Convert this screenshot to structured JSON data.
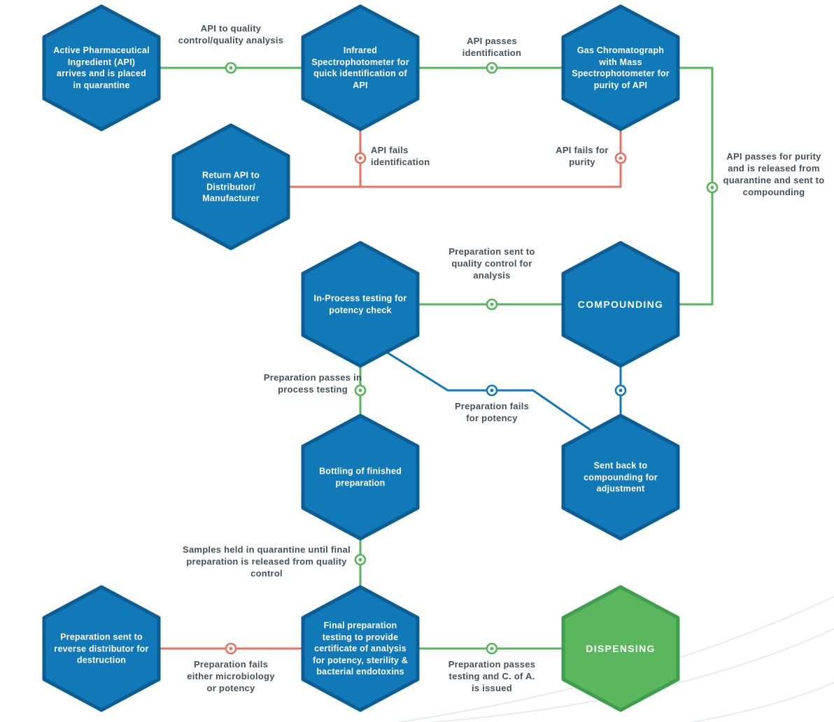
{
  "title": "Pharmaceutical API compounding and quality-control flowchart",
  "colors": {
    "node_blue_fill": "#1179b7",
    "node_blue_stroke": "#0b5e95",
    "node_green_fill": "#5bb75e",
    "node_green_stroke": "#3f9f4c",
    "line_green": "#56b65c",
    "line_red": "#e97260",
    "line_blue": "#1179b7",
    "label_text": "#44525c",
    "node_text": "#ffffff",
    "swoosh": "#e7ebee"
  },
  "nodes": [
    {
      "id": "api-quarantine",
      "label": "Active Pharmaceutical Ingredient (API) arrives and is placed in quarantine",
      "shape": "hexagon",
      "color": "blue"
    },
    {
      "id": "infrared-spectrophotometer",
      "label": "Infrared Spectrophotometer for quick identification of API",
      "shape": "hexagon",
      "color": "blue"
    },
    {
      "id": "gas-chromatograph",
      "label": "Gas Chromatograph with Mass Spectrophotometer for purity of API",
      "shape": "hexagon",
      "color": "blue"
    },
    {
      "id": "return-api",
      "label": "Return API to Distributor/ Manufacturer",
      "shape": "hexagon",
      "color": "blue"
    },
    {
      "id": "in-process-testing",
      "label": "In-Process testing for potency check",
      "shape": "hexagon",
      "color": "blue"
    },
    {
      "id": "compounding",
      "label": "COMPOUNDING",
      "shape": "hexagon",
      "color": "blue"
    },
    {
      "id": "bottling",
      "label": "Bottling of finished preparation",
      "shape": "hexagon",
      "color": "blue"
    },
    {
      "id": "sent-back-to-compounding",
      "label": "Sent back to compounding for adjustment",
      "shape": "hexagon",
      "color": "blue"
    },
    {
      "id": "reverse-distributor",
      "label": "Preparation sent to reverse distributor for destruction",
      "shape": "hexagon",
      "color": "blue"
    },
    {
      "id": "final-testing",
      "label": "Final preparation testing to provide certificate of analysis for potency, sterility & bacterial endotoxins",
      "shape": "hexagon",
      "color": "blue"
    },
    {
      "id": "dispensing",
      "label": "DISPENSING",
      "shape": "hexagon",
      "color": "green"
    }
  ],
  "edges": [
    {
      "from": "api-quarantine",
      "to": "infrared-spectrophotometer",
      "status": "pass",
      "color": "green",
      "label": "API to quality control/quality analysis"
    },
    {
      "from": "infrared-spectrophotometer",
      "to": "gas-chromatograph",
      "status": "pass",
      "color": "green",
      "label": "API passes identification"
    },
    {
      "from": "infrared-spectrophotometer",
      "to": "return-api",
      "status": "fail",
      "color": "red",
      "label": "API fails identification"
    },
    {
      "from": "gas-chromatograph",
      "to": "return-api",
      "status": "fail",
      "color": "red",
      "label": "API fails for purity"
    },
    {
      "from": "gas-chromatograph",
      "to": "compounding",
      "status": "pass",
      "color": "green",
      "label": "API passes for purity and is released from quarantine and sent to compounding"
    },
    {
      "from": "compounding",
      "to": "in-process-testing",
      "status": "pass",
      "color": "green",
      "label": "Preparation sent to quality control for analysis"
    },
    {
      "from": "in-process-testing",
      "to": "bottling",
      "status": "pass",
      "color": "green",
      "label": "Preparation passes in process testing"
    },
    {
      "from": "in-process-testing",
      "to": "sent-back-to-compounding",
      "status": "rework",
      "color": "blue",
      "label": "Preparation fails for potency"
    },
    {
      "from": "sent-back-to-compounding",
      "to": "compounding",
      "status": "rework",
      "color": "blue",
      "label": ""
    },
    {
      "from": "bottling",
      "to": "final-testing",
      "status": "pass",
      "color": "green",
      "label": "Samples held in quarantine until final preparation is released from quality control"
    },
    {
      "from": "final-testing",
      "to": "reverse-distributor",
      "status": "fail",
      "color": "red",
      "label": "Preparation fails either microbiology or potency"
    },
    {
      "from": "final-testing",
      "to": "dispensing",
      "status": "pass",
      "color": "green",
      "label": "Preparation passes testing and C. of A. is issued"
    }
  ]
}
